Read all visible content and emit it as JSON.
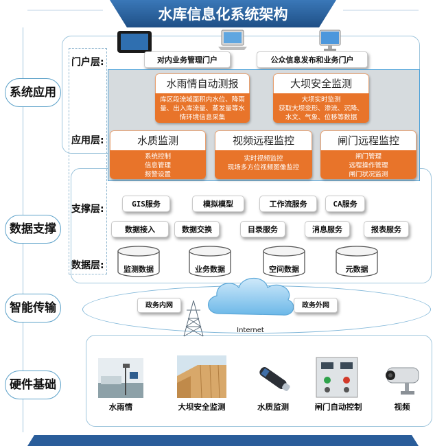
{
  "title": "水库信息化系统架构",
  "sections": {
    "system_app": "系统应用",
    "data_support": "数据支撑",
    "smart_transmission": "智能传输",
    "hardware": "硬件基础"
  },
  "layers": {
    "portal": "门户层:",
    "application": "应用层:",
    "support": "支撑层:",
    "data": "数据层:"
  },
  "portals": [
    "对内业务管理门户",
    "公众信息发布和业务门户"
  ],
  "apps": [
    {
      "title": "水雨情自动测报",
      "lines": [
        "库区段流域面积内水位、降雨",
        "量、出入库流量、蒸发量等水",
        "情环境信息采集"
      ]
    },
    {
      "title": "大坝安全监测",
      "lines": [
        "大坝实时监测",
        "获取大坝变形、渗流、沉降、",
        "水文、气象、位移等数据"
      ]
    },
    {
      "title": "水质监测",
      "lines": [
        "系统控制",
        "信息管理",
        "报警设置"
      ]
    },
    {
      "title": "视频远程监控",
      "lines": [
        "实时视频监控",
        "现场多方位视频图像监控"
      ]
    },
    {
      "title": "闸门远程监控",
      "lines": [
        "闸门管理",
        "远程操作管理",
        "闸门状况监测"
      ]
    }
  ],
  "support_services": [
    "GIS服务",
    "模拟模型",
    "工作流服务",
    "CA服务",
    "数据接入",
    "数据交换",
    "目录服务",
    "消息服务",
    "报表服务"
  ],
  "databases": [
    "监测数据",
    "业务数据",
    "空间数据",
    "元数据"
  ],
  "network": {
    "intranet": "政务内网",
    "extranet": "政务外网",
    "internet": "Internet"
  },
  "hardware": [
    "水雨情",
    "大坝安全监测",
    "水质监测",
    "闸门自动控制",
    "视频"
  ],
  "colors": {
    "banner": "#2a5d9a",
    "app_orange": "#e8742a",
    "panel_border": "#9ec5dc",
    "cloud": "#7fc4ec"
  }
}
